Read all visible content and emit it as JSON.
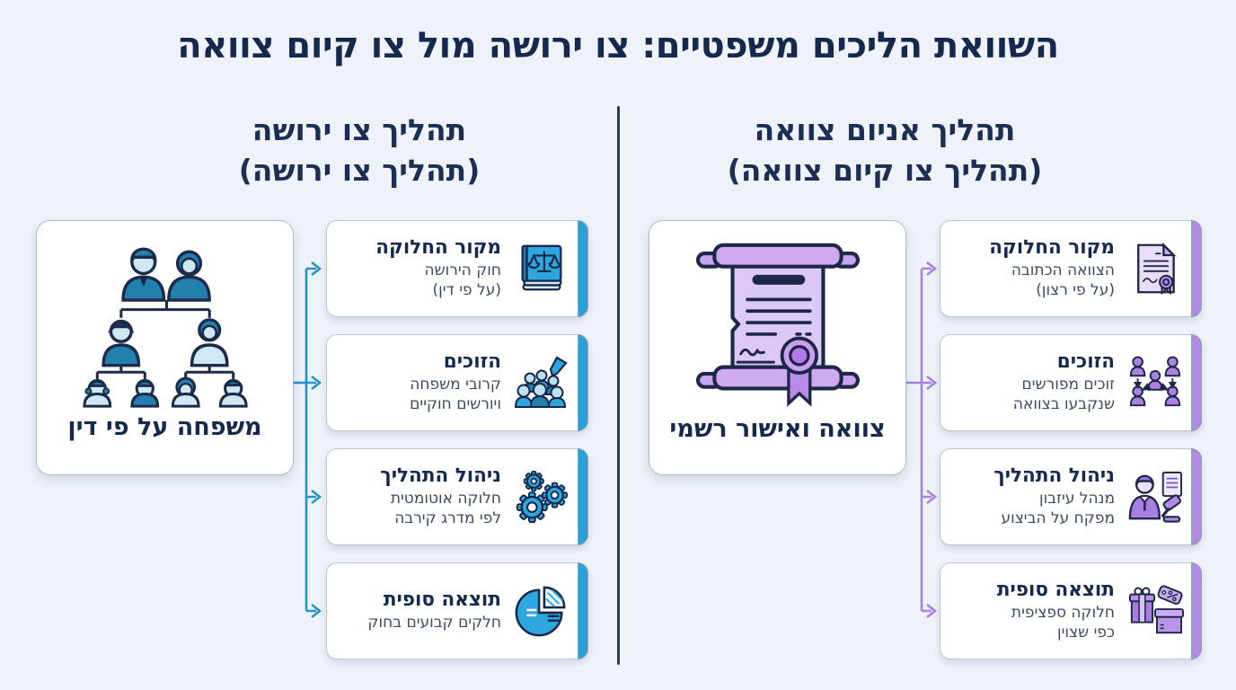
{
  "page": {
    "title": "השוואת הליכים משפטיים: צו ירושה מול צו קיום צוואה"
  },
  "colors": {
    "background": "#eef2f9",
    "title_text": "#14294d",
    "header_text": "#1b2f55",
    "divider": "#2f3b4f",
    "card_title_text": "#13294e",
    "card_body_text": "#3a4a63"
  },
  "columns": [
    {
      "side": "left",
      "header_line1": "תהליך צו ירושה",
      "header_line2": "(תהליך צו ירושה)",
      "accent_color": "#29a0d6",
      "connector_color": "#2395cb",
      "panel": {
        "caption": "משפחה על פי דין",
        "icon": "family-tree-icon"
      },
      "cards": [
        {
          "title": "מקור החלוקה",
          "body": "חוק הירושה\n(על פי דין)",
          "icon": "law-book-scales-icon"
        },
        {
          "title": "הזוכים",
          "body": "קרובי משפחה\nויורשים חוקיים",
          "icon": "crowd-arrow-icon"
        },
        {
          "title": "ניהול התהליך",
          "body": "חלוקה אוטומטית\nלפי מדרג קירבה",
          "icon": "gears-icon"
        },
        {
          "title": "תוצאה סופית",
          "body": "חלקים קבועים בחוק",
          "icon": "pie-chart-icon"
        }
      ]
    },
    {
      "side": "right",
      "header_line1": "תהליך אניום צוואה",
      "header_line2": "(תהליך צו קיום צוואה)",
      "accent_color": "#b18ae3",
      "connector_color": "#aa82dc",
      "panel": {
        "caption": "צוואה ואישור רשמי",
        "icon": "scroll-seal-icon"
      },
      "cards": [
        {
          "title": "מקור החלוקה",
          "body": "הצוואה הכתובה\n(על פי רצון)",
          "icon": "will-document-icon"
        },
        {
          "title": "הזוכים",
          "body": "זוכים מפורשים\nשנקבעו בצוואה",
          "icon": "beneficiaries-arrows-icon"
        },
        {
          "title": "ניהול התהליך",
          "body": "מנהל עיזבון\nמפקח על הביצוע",
          "icon": "executor-gavel-icon"
        },
        {
          "title": "תוצאה סופית",
          "body": "חלוקה ספציפית\nכפי שצוין",
          "icon": "gift-boxes-tag-icon"
        }
      ]
    }
  ]
}
